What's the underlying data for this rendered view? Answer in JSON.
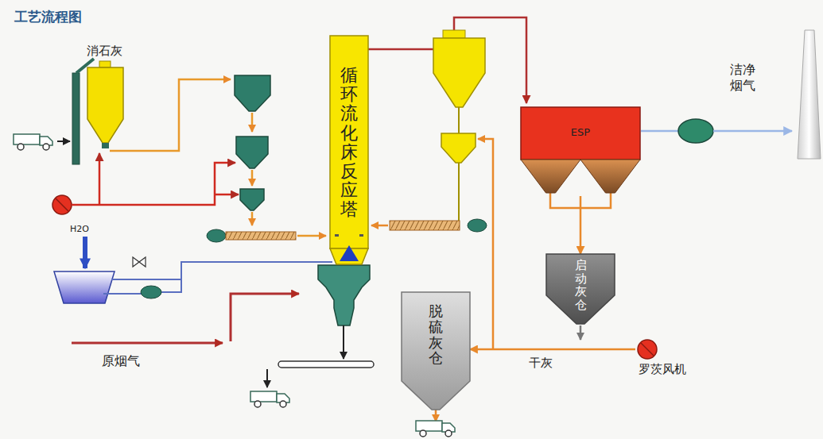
{
  "diagram": {
    "title": "工艺流程图",
    "nodes": [
      {
        "text": [
          "消石灰"
        ]
      },
      {
        "text": [
          "循环流化床反应塔"
        ]
      },
      {
        "text": [
          "ESP"
        ]
      },
      {
        "text": [
          "启动灰仓"
        ]
      },
      {
        "text": [
          "脱硫灰仓"
        ]
      },
      {
        "text": [
          "罗茨风机"
        ]
      }
    ],
    "edges": [
      {
        "from": 2,
        "to": 3,
        "arrow": "to"
      },
      {
        "from": 5,
        "to": 4,
        "label": "干灰",
        "arrow": "to"
      }
    ],
    "labels": [
      "H2O",
      "原烟气",
      "洁净 烟气"
    ]
  }
}
